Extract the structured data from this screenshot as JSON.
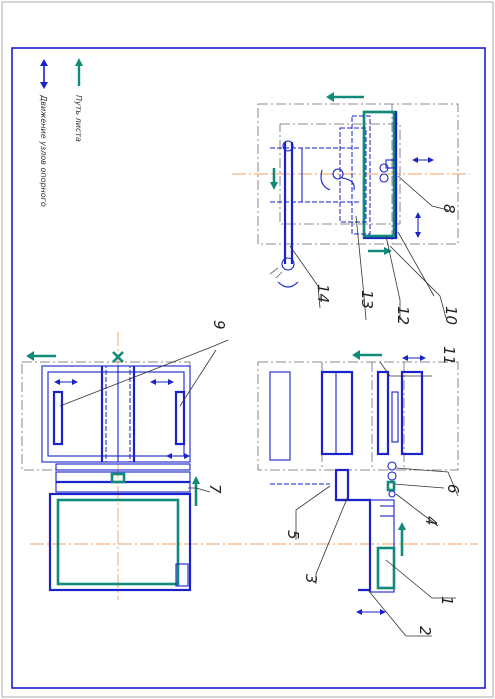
{
  "legend": {
    "sheet_path": "Путь листа",
    "support_movement": "Движение узлов опорного"
  },
  "callouts": [
    "1",
    "2",
    "3",
    "4",
    "5",
    "6",
    "7",
    "8",
    "9",
    "10",
    "11",
    "12",
    "13",
    "14"
  ],
  "colors": {
    "frame": "#1a22c9",
    "sheet_path": "#128a7a",
    "axis": "#f0a060",
    "lines": "#666666"
  },
  "icons": {
    "sheet_path": "teal-arrow-icon",
    "support_movement": "blue-double-arrow-icon"
  }
}
